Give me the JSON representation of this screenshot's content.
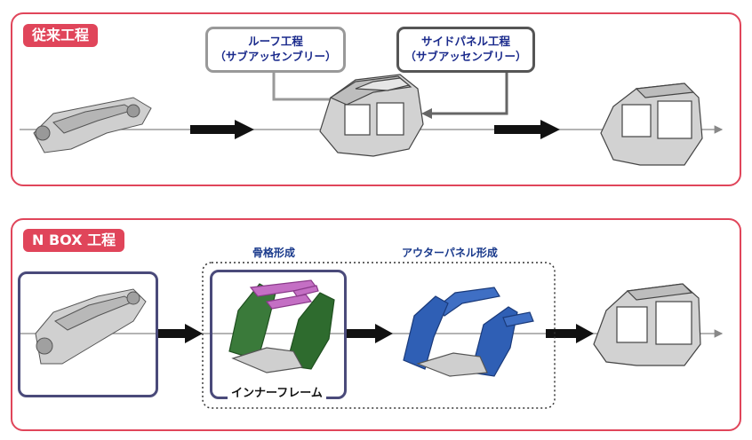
{
  "top_section": {
    "title": "従来工程",
    "callout_roof": [
      "ルーフ工程",
      "（サブアッセンブリー）"
    ],
    "callout_side": [
      "サイドパネル工程",
      "（サブアッセンブリー）"
    ]
  },
  "bottom_section": {
    "title": "N BOX 工程",
    "label_frame": "骨格形成",
    "label_outer": "アウターパネル形成",
    "inner_frame_caption": "インナーフレーム"
  },
  "colors": {
    "accent": "#e0455a",
    "box_border": "#4a4a7a",
    "label_text": "#1a2a8c",
    "frame_green": "#2e6b2e",
    "frame_pink": "#c46fc4",
    "panel_blue": "#2f5fb5"
  }
}
